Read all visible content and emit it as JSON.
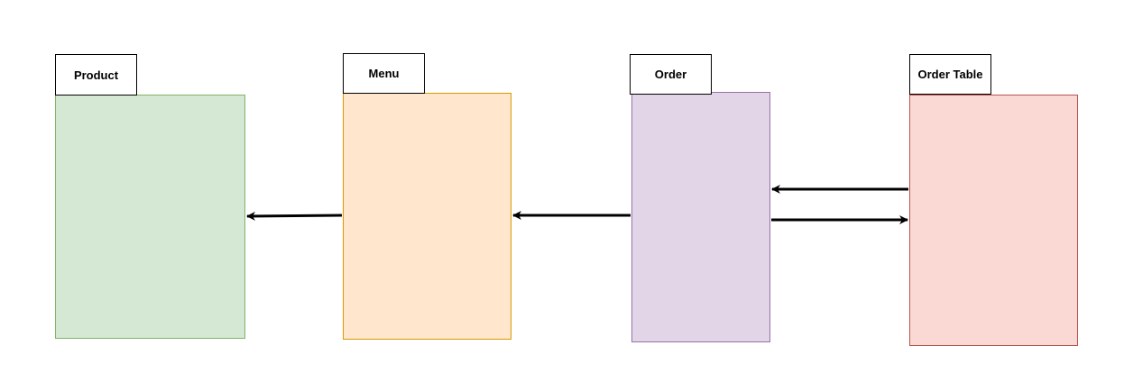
{
  "entities": [
    {
      "id": "product",
      "label": "Product",
      "fill": "#d5e8d4",
      "stroke": "#82b366"
    },
    {
      "id": "menu",
      "label": "Menu",
      "fill": "#ffe6cc",
      "stroke": "#d79b00"
    },
    {
      "id": "order",
      "label": "Order",
      "fill": "#e1d5e7",
      "stroke": "#9673a6"
    },
    {
      "id": "ordertable",
      "label": "Order Table",
      "fill": "#fad9d5",
      "stroke": "#b85450"
    }
  ],
  "connections": [
    {
      "from": "menu",
      "to": "product"
    },
    {
      "from": "order",
      "to": "menu"
    },
    {
      "from": "ordertable",
      "to": "order"
    },
    {
      "from": "order",
      "to": "ordertable"
    }
  ],
  "arrow_color": "#000000"
}
